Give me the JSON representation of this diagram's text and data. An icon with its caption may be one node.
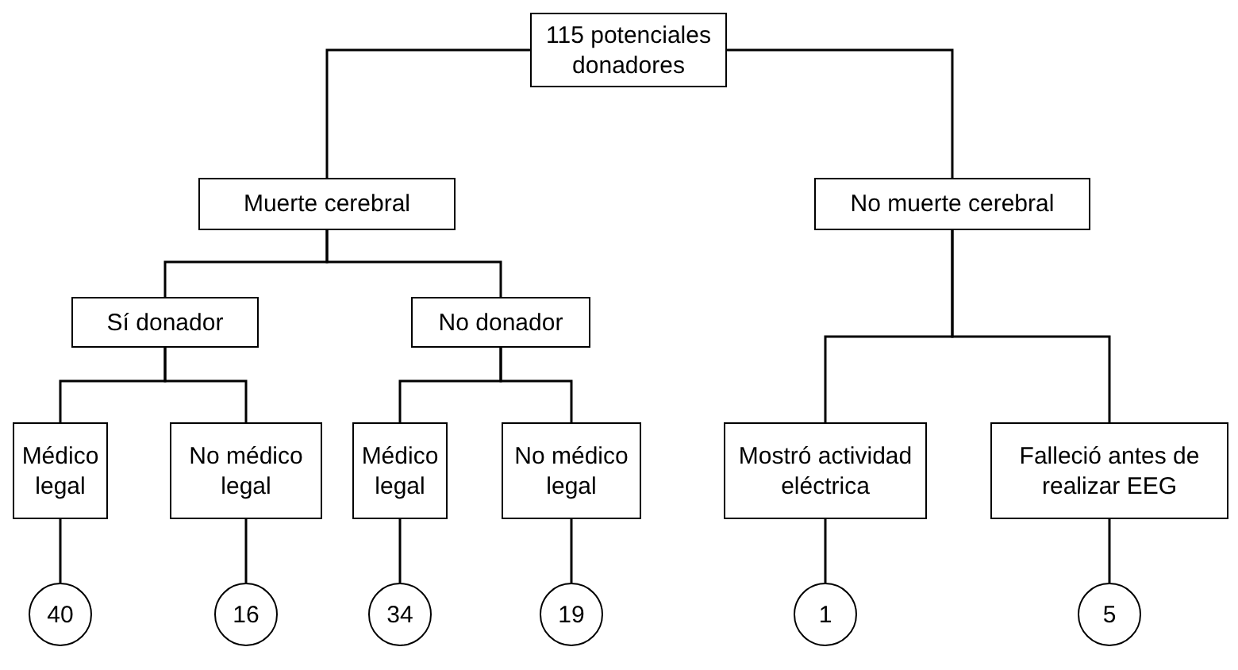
{
  "diagram": {
    "nodes": [
      {
        "text": [
          "115 potenciales donadores"
        ]
      },
      {
        "text": [
          "Muerte cerebral"
        ]
      },
      {
        "text": [
          "No muerte cerebral"
        ]
      },
      {
        "text": [
          "Sí donador"
        ]
      },
      {
        "text": [
          "No donador"
        ]
      },
      {
        "text": [
          "Médico legal"
        ]
      },
      {
        "text": [
          "No médico legal"
        ]
      },
      {
        "text": [
          "Médico legal"
        ]
      },
      {
        "text": [
          "No médico legal"
        ]
      },
      {
        "text": [
          "Mostró actividad eléctrica"
        ]
      },
      {
        "text": [
          "Falleció antes de realizar EEG"
        ]
      },
      {
        "text": [
          "40"
        ]
      },
      {
        "text": [
          "16"
        ]
      },
      {
        "text": [
          "34"
        ]
      },
      {
        "text": [
          "19"
        ]
      },
      {
        "text": [
          "1"
        ]
      },
      {
        "text": [
          "5"
        ]
      }
    ],
    "edges": [
      {
        "from": 0,
        "to": 1,
        "arrow": "none"
      },
      {
        "from": 0,
        "to": 2,
        "arrow": "none"
      },
      {
        "from": 1,
        "to": 3,
        "arrow": "none"
      },
      {
        "from": 1,
        "to": 4,
        "arrow": "none"
      },
      {
        "from": 2,
        "to": 9,
        "arrow": "none"
      },
      {
        "from": 2,
        "to": 10,
        "arrow": "none"
      },
      {
        "from": 3,
        "to": 5,
        "arrow": "none"
      },
      {
        "from": 3,
        "to": 6,
        "arrow": "none"
      },
      {
        "from": 4,
        "to": 7,
        "arrow": "none"
      },
      {
        "from": 4,
        "to": 8,
        "arrow": "none"
      },
      {
        "from": 5,
        "to": 11,
        "arrow": "none"
      },
      {
        "from": 6,
        "to": 12,
        "arrow": "none"
      },
      {
        "from": 7,
        "to": 13,
        "arrow": "none"
      },
      {
        "from": 8,
        "to": 14,
        "arrow": "none"
      },
      {
        "from": 9,
        "to": 15,
        "arrow": "none"
      },
      {
        "from": 10,
        "to": 16,
        "arrow": "none"
      }
    ]
  }
}
